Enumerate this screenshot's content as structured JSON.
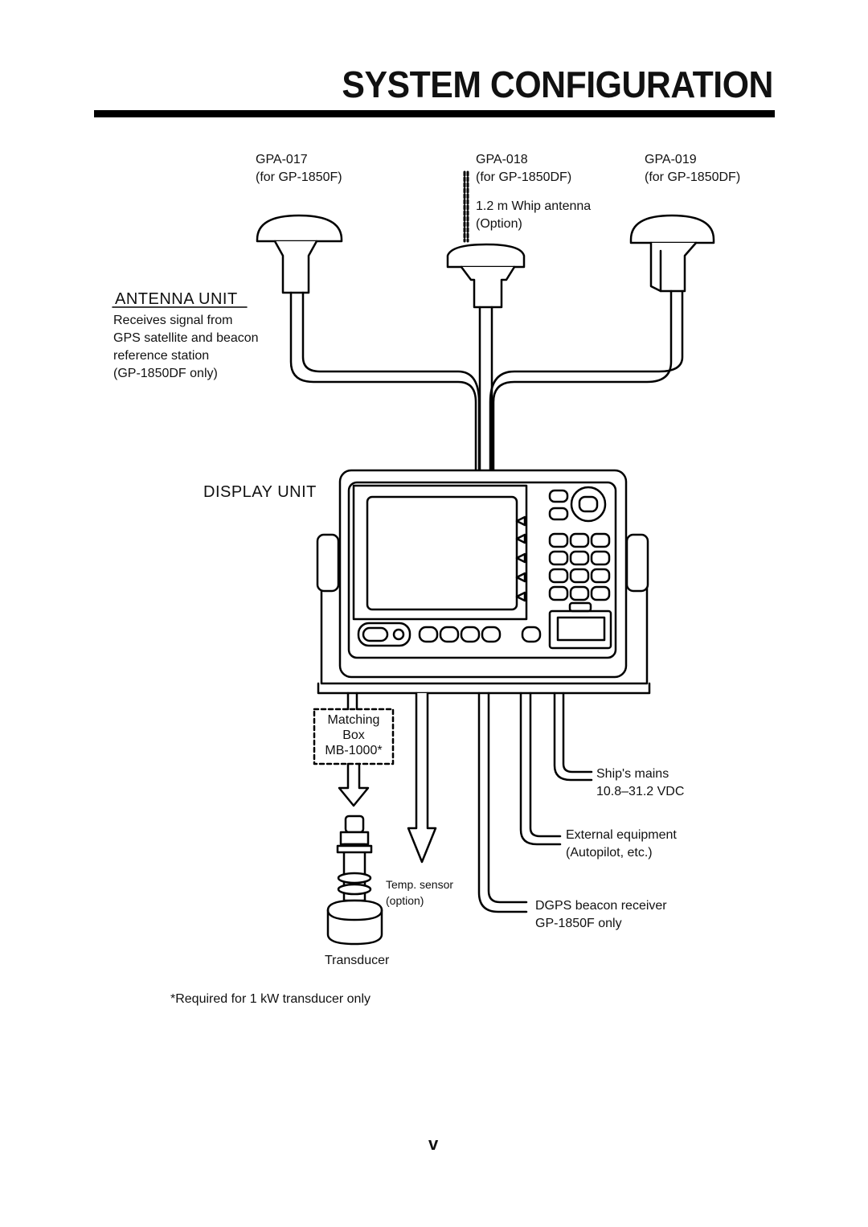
{
  "page": {
    "title": "SYSTEM CONFIGURATION",
    "page_number": "v",
    "footnote": "*Required for 1 kW transducer only"
  },
  "antennas": [
    {
      "model": "GPA-017",
      "for": "(for GP-1850F)"
    },
    {
      "model": "GPA-018",
      "for": "(for GP-1850DF)"
    },
    {
      "model": "GPA-019",
      "for": "(for GP-1850DF)"
    }
  ],
  "whip": {
    "line1": "1.2 m Whip antenna",
    "line2": "(Option)"
  },
  "antenna_unit": {
    "heading": "ANTENNA UNIT",
    "desc": [
      "Receives signal from",
      "GPS satellite and beacon",
      "reference station",
      "(GP-1850DF only)"
    ]
  },
  "display_unit": {
    "heading": "DISPLAY UNIT"
  },
  "matching_box": {
    "lines": [
      "Matching",
      "Box",
      "MB-1000*"
    ]
  },
  "connections": {
    "ships_mains": [
      "Ship's mains",
      "10.8–31.2 VDC"
    ],
    "external": [
      "External equipment",
      "(Autopilot, etc.)"
    ],
    "dgps": [
      "DGPS beacon receiver",
      "GP-1850F only"
    ],
    "temp_sensor": [
      "Temp. sensor",
      "(option)"
    ],
    "transducer": "Transducer"
  }
}
